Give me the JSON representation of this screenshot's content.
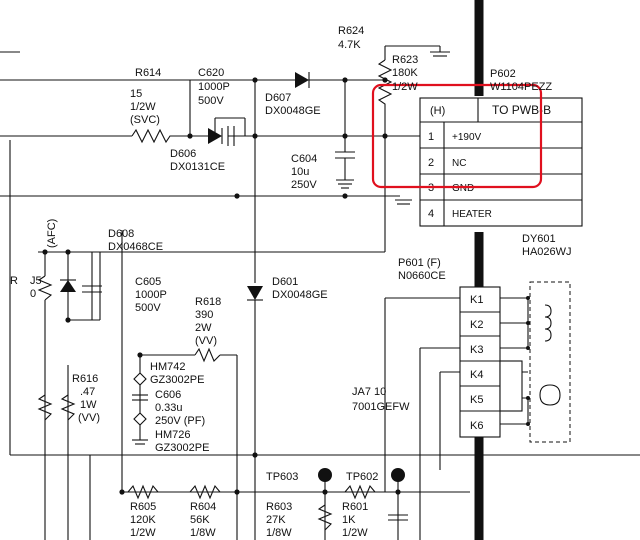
{
  "components": {
    "r624": {
      "ref": "R624",
      "val": "4.7K"
    },
    "r623": {
      "ref": "R623",
      "val": "180K",
      "val2": "1/2W"
    },
    "r614": {
      "ref": "R614"
    },
    "c620": {
      "ref": "C620",
      "val": "1000P",
      "val2": "500V"
    },
    "r15": {
      "ref": "15",
      "val": "1/2W",
      "val2": "(SVC)"
    },
    "d607": {
      "ref": "D607",
      "val": "DX0048GE"
    },
    "d606": {
      "ref": "D606",
      "val": "DX0131CE"
    },
    "c604": {
      "ref": "C604",
      "val": "10u",
      "val2": "250V"
    },
    "d608": {
      "ref": "D608",
      "val": "DX0468CE"
    },
    "afc": {
      "label": "(AFC)"
    },
    "r_left": {
      "ref": "R",
      "ref2": "J5",
      "val": "0"
    },
    "c605": {
      "ref": "C605",
      "val": "1000P",
      "val2": "500V"
    },
    "r618": {
      "ref": "R618",
      "val": "390",
      "val2": "2W",
      "val3": "(VV)"
    },
    "d601": {
      "ref": "D601",
      "val": "DX0048GE"
    },
    "hm742": {
      "ref": "HM742",
      "val": "GZ3002PE"
    },
    "c606": {
      "ref": "C606",
      "val": "0.33u",
      "val2": "250V (PF)"
    },
    "hm726": {
      "ref": "HM726",
      "val": "GZ3002PE"
    },
    "r616": {
      "ref": "R616",
      "val": ".47",
      "val2": "1W",
      "val3": "(VV)"
    },
    "r605": {
      "ref": "R605",
      "val": "120K",
      "val2": "1/2W"
    },
    "r604": {
      "ref": "R604",
      "val": "56K",
      "val2": "1/8W"
    },
    "r603": {
      "ref": "R603",
      "val": "27K",
      "val2": "1/8W"
    },
    "r601": {
      "ref": "R601",
      "val": "1K",
      "val2": "1/2W"
    },
    "tp603": {
      "ref": "TP603"
    },
    "tp602": {
      "ref": "TP602"
    },
    "p602": {
      "ref": "P602",
      "val": "W1104PEZZ"
    },
    "dy601": {
      "ref": "DY601",
      "val": "HA026WJ"
    },
    "p601": {
      "ref": "P601 (F)",
      "val": "N0660CE"
    },
    "ja710": {
      "ref": "JA7 10",
      "val": "7001GEFW"
    }
  },
  "connector": {
    "header_h": "(H)",
    "header_to": "TO PWB-B",
    "pins": [
      {
        "num": "1",
        "name": "+190V"
      },
      {
        "num": "2",
        "name": "NC"
      },
      {
        "num": "3",
        "name": "GND"
      },
      {
        "num": "4",
        "name": "HEATER"
      }
    ]
  },
  "k_pins": [
    "K1",
    "K2",
    "K3",
    "K4",
    "K5",
    "K6"
  ],
  "colors": {
    "highlight": "#e0101e",
    "ink": "#111111"
  }
}
